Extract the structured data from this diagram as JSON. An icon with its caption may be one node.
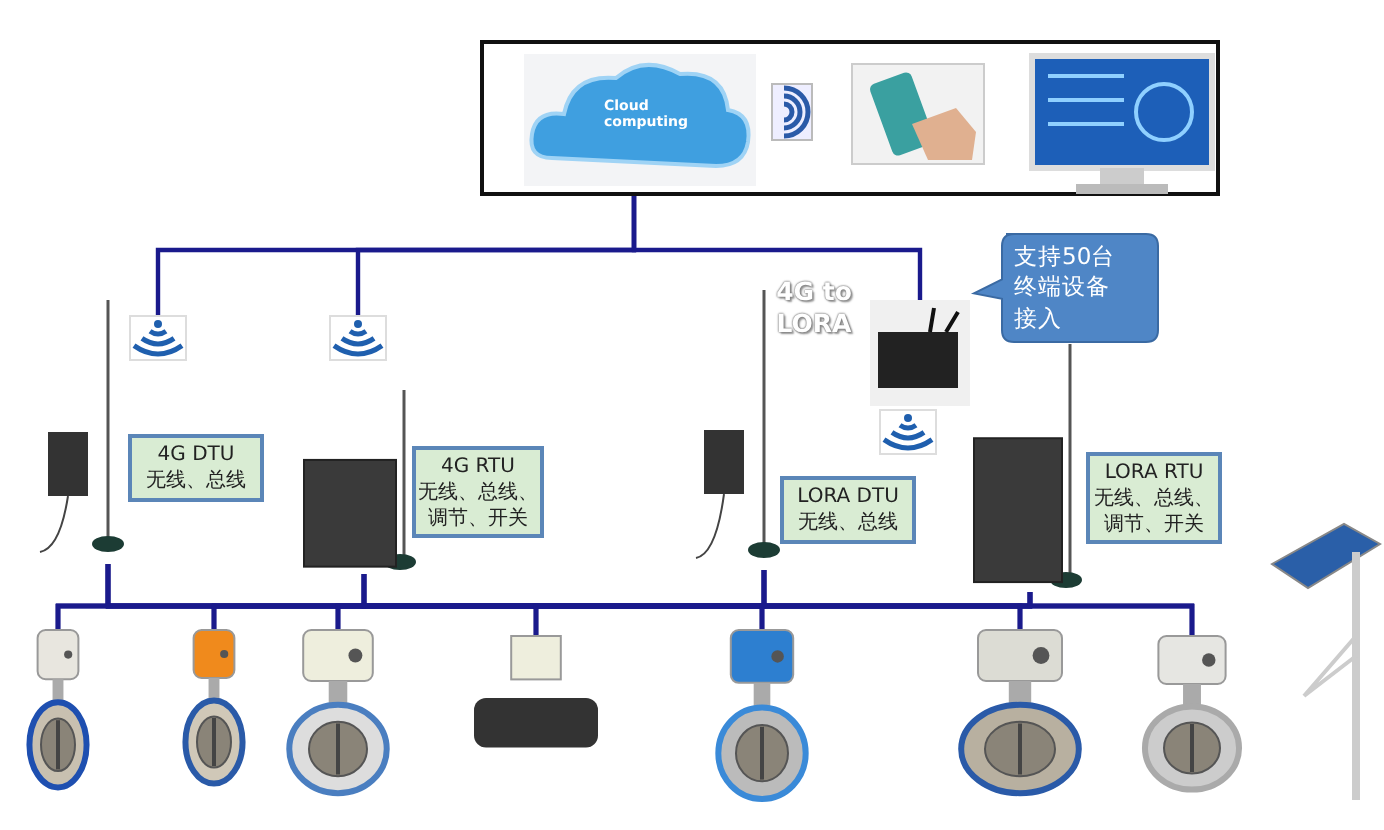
{
  "diagram": {
    "nodes": [
      {
        "text": [],
        "shape": "box"
      },
      {
        "text": [
          "Cloud computing"
        ],
        "in": 0
      },
      {
        "text": [],
        "shape": "picture",
        "in": 0
      },
      {
        "text": [],
        "shape": "picture",
        "in": 0
      },
      {
        "text": [],
        "shape": "picture",
        "in": 0
      },
      {
        "text": [],
        "shape": "picture"
      },
      {
        "text": [],
        "shape": "picture"
      },
      {
        "text": [],
        "shape": "picture"
      },
      {
        "text": [
          "4G DTU",
          "无线、总线"
        ]
      },
      {
        "text": [],
        "shape": "picture"
      },
      {
        "text": [
          "4G RTU",
          "无线、总线、调节、开关"
        ]
      },
      {
        "text": [],
        "shape": "picture"
      },
      {
        "text": [
          "支持50台终端设备接入"
        ]
      },
      {
        "text": [],
        "shape": "picture"
      },
      {
        "text": [],
        "shape": "picture"
      },
      {
        "text": [
          "LORA DTU",
          "无线、总线"
        ]
      },
      {
        "text": [],
        "shape": "picture"
      },
      {
        "text": [
          "LORA RTU",
          "无线、总线、调节、开关"
        ]
      },
      {
        "text": [],
        "shape": "picture"
      },
      {
        "text": [],
        "shape": "picture"
      },
      {
        "text": [],
        "shape": "picture"
      },
      {
        "text": [],
        "shape": "picture"
      },
      {
        "text": [],
        "shape": "picture"
      },
      {
        "text": [],
        "shape": "picture"
      },
      {
        "text": [],
        "shape": "picture"
      },
      {
        "text": [],
        "shape": "picture"
      }
    ],
    "edges": [
      {
        "from": 0,
        "to": 5,
        "arrow": "none"
      },
      {
        "from": 0,
        "to": 6,
        "arrow": "none"
      },
      {
        "from": 0,
        "to": 11,
        "arrow": "none"
      },
      {
        "from": 7,
        "to": 18,
        "arrow": "none"
      },
      {
        "from": 7,
        "to": 19,
        "arrow": "none"
      },
      {
        "from": 7,
        "to": 20,
        "arrow": "none"
      },
      {
        "from": 7,
        "to": 21,
        "arrow": "none"
      },
      {
        "from": 7,
        "to": 22,
        "arrow": "none"
      },
      {
        "from": 7,
        "to": 23,
        "arrow": "none"
      },
      {
        "from": 7,
        "to": 24,
        "arrow": "none"
      },
      {
        "from": 9,
        "to": 18,
        "arrow": "none"
      },
      {
        "from": 9,
        "to": 19,
        "arrow": "none"
      },
      {
        "from": 9,
        "to": 20,
        "arrow": "none"
      },
      {
        "from": 9,
        "to": 21,
        "arrow": "none"
      },
      {
        "from": 9,
        "to": 22,
        "arrow": "none"
      },
      {
        "from": 9,
        "to": 23,
        "arrow": "none"
      },
      {
        "from": 9,
        "to": 24,
        "arrow": "none"
      },
      {
        "from": 14,
        "to": 18,
        "arrow": "none"
      },
      {
        "from": 14,
        "to": 19,
        "arrow": "none"
      },
      {
        "from": 14,
        "to": 20,
        "arrow": "none"
      },
      {
        "from": 14,
        "to": 21,
        "arrow": "none"
      },
      {
        "from": 14,
        "to": 22,
        "arrow": "none"
      },
      {
        "from": 14,
        "to": 23,
        "arrow": "none"
      },
      {
        "from": 14,
        "to": 24,
        "arrow": "none"
      },
      {
        "from": 16,
        "to": 18,
        "arrow": "none"
      },
      {
        "from": 16,
        "to": 19,
        "arrow": "none"
      },
      {
        "from": 16,
        "to": 20,
        "arrow": "none"
      },
      {
        "from": 16,
        "to": 21,
        "arrow": "none"
      },
      {
        "from": 16,
        "to": 22,
        "arrow": "none"
      },
      {
        "from": 16,
        "to": 23,
        "arrow": "none"
      },
      {
        "from": 16,
        "to": 24,
        "arrow": "none"
      }
    ],
    "labels": [
      "4G to LORA"
    ]
  }
}
